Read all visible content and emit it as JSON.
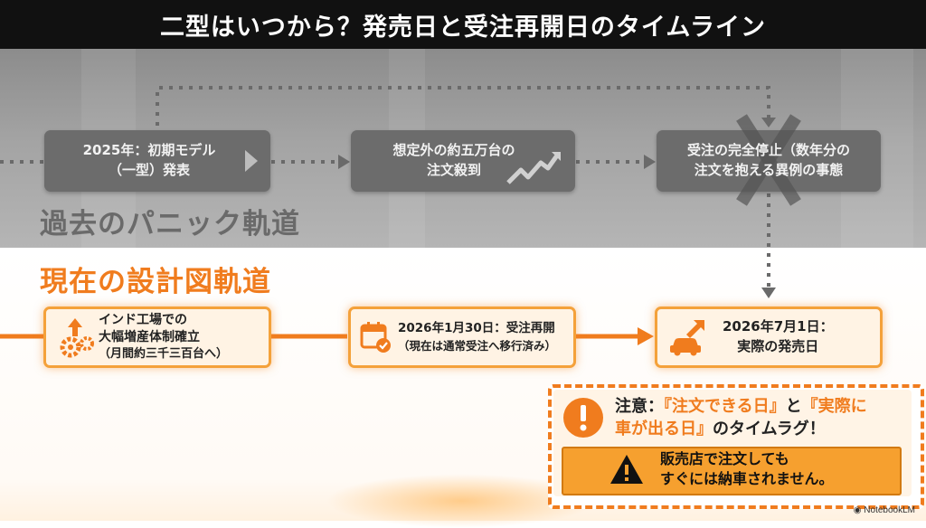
{
  "header": {
    "title": "二型はいつから？発売日と受注再開日のタイムライン"
  },
  "past": {
    "label": "過去のパニック軌道",
    "boxes": [
      {
        "line1": "2025年：初期モデル",
        "line2": "（一型）発表"
      },
      {
        "line1": "想定外の約五万台の",
        "line2": "注文殺到"
      },
      {
        "line1": "受注の完全停止（数年分の",
        "line2": "注文を抱える異例の事態"
      }
    ]
  },
  "present": {
    "label": "現在の設計図軌道",
    "boxes": [
      {
        "line1": "インド工場での",
        "line2": "大幅増産体制確立",
        "line3": "（月間約三千三百台へ）"
      },
      {
        "line1": "2026年1月30日：受注再開",
        "line2": "（現在は通常受注へ移行済み）"
      },
      {
        "line1": "2026年7月1日：",
        "line2": "実際の発売日"
      }
    ]
  },
  "note": {
    "prefix": "注意：",
    "hl1": "『注文できる日』",
    "mid": "と",
    "hl2a": "『実際に",
    "hl2b": "車が出る日』",
    "suffix": "のタイムラグ！",
    "warn_line1": "販売店で注文しても",
    "warn_line2": "すぐには納車されません。"
  },
  "footer": {
    "brand": "NotebookLM"
  },
  "icons": {
    "past": [
      "play-icon",
      "trend-up-icon",
      "cross-mark-icon"
    ],
    "present": [
      "gears-arrow-icon",
      "calendar-check-icon",
      "car-arrow-icon"
    ],
    "note": [
      "exclamation-icon",
      "warning-triangle-icon"
    ]
  },
  "colors": {
    "accent": "#f07c1e",
    "past_box": "#6c6c6c",
    "title_bar": "#111111",
    "warn_fill": "#f6a02f"
  }
}
